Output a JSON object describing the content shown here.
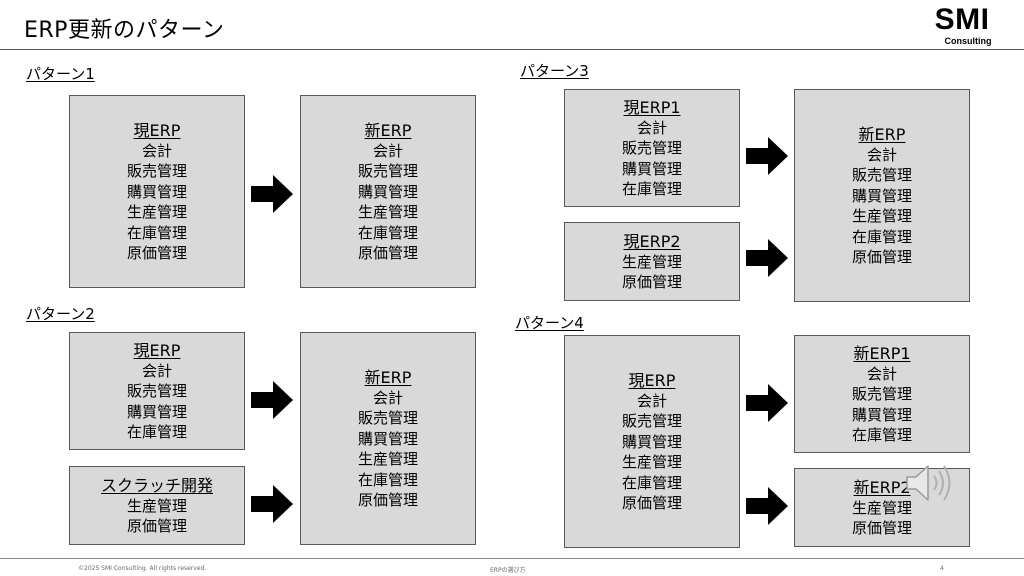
{
  "header": {
    "title": "ERP更新のパターン",
    "logo_main": "SMI",
    "logo_sub": "Consulting"
  },
  "patterns": {
    "p1": {
      "label": "パターン1",
      "current": {
        "heading": "現ERP",
        "items": [
          "会計",
          "販売管理",
          "購買管理",
          "生産管理",
          "在庫管理",
          "原価管理"
        ]
      },
      "new": {
        "heading": "新ERP",
        "items": [
          "会計",
          "販売管理",
          "購買管理",
          "生産管理",
          "在庫管理",
          "原価管理"
        ]
      }
    },
    "p2": {
      "label": "パターン2",
      "current": {
        "heading": "現ERP",
        "items": [
          "会計",
          "販売管理",
          "購買管理",
          "在庫管理"
        ]
      },
      "scratch": {
        "heading": "スクラッチ開発",
        "items": [
          "生産管理",
          "原価管理"
        ]
      },
      "new": {
        "heading": "新ERP",
        "items": [
          "会計",
          "販売管理",
          "購買管理",
          "生産管理",
          "在庫管理",
          "原価管理"
        ]
      }
    },
    "p3": {
      "label": "パターン3",
      "current1": {
        "heading": "現ERP1",
        "items": [
          "会計",
          "販売管理",
          "購買管理",
          "在庫管理"
        ]
      },
      "current2": {
        "heading": "現ERP2",
        "items": [
          "生産管理",
          "原価管理"
        ]
      },
      "new": {
        "heading": "新ERP",
        "items": [
          "会計",
          "販売管理",
          "購買管理",
          "生産管理",
          "在庫管理",
          "原価管理"
        ]
      }
    },
    "p4": {
      "label": "パターン4",
      "current": {
        "heading": "現ERP",
        "items": [
          "会計",
          "販売管理",
          "購買管理",
          "生産管理",
          "在庫管理",
          "原価管理"
        ]
      },
      "new1": {
        "heading": "新ERP1",
        "items": [
          "会計",
          "販売管理",
          "購買管理",
          "在庫管理"
        ]
      },
      "new2": {
        "heading": "新ERP2",
        "items": [
          "生産管理",
          "原価管理"
        ]
      }
    }
  },
  "footer": {
    "copyright": "©2025 SMI Consulting. All rights reserved.",
    "center": "ERPの選び方",
    "page": "4"
  },
  "colors": {
    "box_fill": "#d9d9d9",
    "box_border": "#595959",
    "arrow": "#000000"
  },
  "icons": [
    "right-arrow-icon",
    "speaker-icon"
  ]
}
